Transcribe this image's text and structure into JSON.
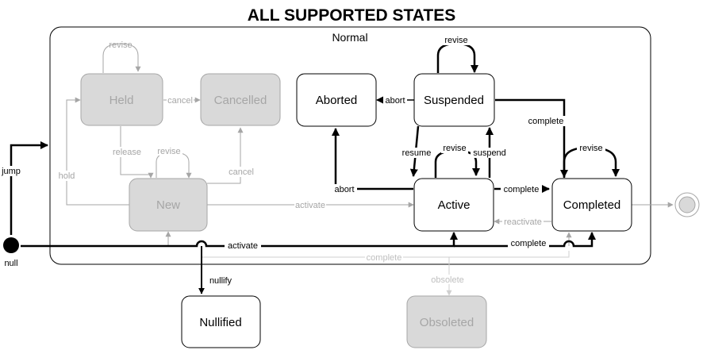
{
  "title": "ALL SUPPORTED STATES",
  "group_label": "Normal",
  "colors": {
    "active_stroke": "#000000",
    "inactive_stroke": "#a6a6a6",
    "inactive_fill": "#d9d9d9",
    "inactive_text": "#a6a6a6",
    "faint_stroke": "#cfcfcf",
    "faint_text": "#bfbfbf"
  },
  "states": {
    "held": "Held",
    "cancelled": "Cancelled",
    "new": "New",
    "aborted": "Aborted",
    "suspended": "Suspended",
    "active": "Active",
    "completed": "Completed",
    "nullified": "Nullified",
    "obsoleted": "Obsoleted"
  },
  "pseudo": {
    "initial_label": "null"
  },
  "transitions": {
    "revise_held": "revise",
    "cancel_held": "cancel",
    "release": "release",
    "hold": "hold",
    "revise_new": "revise",
    "cancel_new": "cancel",
    "activate_new": "activate",
    "revise_suspended": "revise",
    "abort_suspended": "abort",
    "complete_suspended": "complete",
    "resume": "resume",
    "revise_active": "revise",
    "suspend": "suspend",
    "abort_active": "abort",
    "complete_active": "complete",
    "revise_completed": "revise",
    "reactivate": "reactivate",
    "jump": "jump",
    "activate_null": "activate",
    "complete_null": "complete",
    "complete_new": "complete",
    "nullify": "nullify",
    "obsolete": "obsolete"
  }
}
